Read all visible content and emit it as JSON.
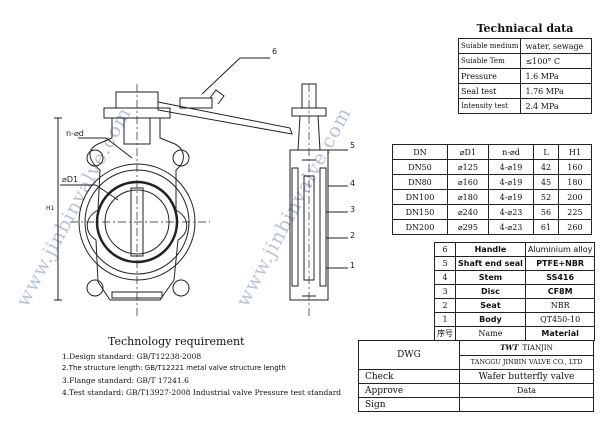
{
  "watermark": "www.jinbinvalve.com",
  "technical_data": {
    "title": "Techniacal data",
    "rows": [
      {
        "label": "Suiable medium",
        "value": "water, sewage"
      },
      {
        "label": "Suiable Tem",
        "value": "≤100° C"
      },
      {
        "label": "Pressure",
        "value": "1.6 MPa"
      },
      {
        "label": "Seal test",
        "value": "1.76 MPa"
      },
      {
        "label": "Intensity test",
        "value": "2.4 MPa"
      }
    ]
  },
  "dimension_table": {
    "headers": [
      "DN",
      "⌀D1",
      "n-⌀d",
      "L",
      "H1"
    ],
    "rows": [
      [
        "DN50",
        "⌀125",
        "4-⌀19",
        "42",
        "160"
      ],
      [
        "DN80",
        "⌀160",
        "4-⌀19",
        "45",
        "180"
      ],
      [
        "DN100",
        "⌀180",
        "4-⌀19",
        "52",
        "200"
      ],
      [
        "DN150",
        "⌀240",
        "4-⌀23",
        "56",
        "225"
      ],
      [
        "DN200",
        "⌀295",
        "4-⌀23",
        "61",
        "260"
      ]
    ]
  },
  "parts_table": {
    "rows": [
      [
        "6",
        "Handle",
        "Aluminium alloy"
      ],
      [
        "5",
        "Shaft end seal",
        "PTFE+NBR"
      ],
      [
        "4",
        "Stem",
        "SS416"
      ],
      [
        "3",
        "Disc",
        "CF8M"
      ],
      [
        "2",
        "Seat",
        "NBR"
      ],
      [
        "1",
        "Body",
        "QT450-10"
      ]
    ],
    "header": [
      "序号",
      "Name",
      "Material"
    ]
  },
  "title_block": {
    "company_logo": "TWT",
    "company_line1": "TIANJIN",
    "company_line2": "TANGGU JINBIN VALVE CO., LTD",
    "dwg": "DWG",
    "check": "Check",
    "approve": "Approve",
    "sign": "Sign",
    "product_name": "Wafer butterfly valve",
    "data": "Data"
  },
  "requirements": {
    "title": "Technology requirement",
    "items": [
      "1.Design standard: GB/T12238-2008",
      "2.The structure length: GB/T12221 metal valve structure length",
      "3.Flange standard:  GB/T 17241.6",
      "4.Test standard:  GB/T13927-2008 Industrial valve Pressure test standard"
    ]
  },
  "drawing_labels": {
    "n_d": "n-⌀d",
    "d1": "⌀D1",
    "h1": "H1",
    "part_callouts": [
      "6",
      "5",
      "4",
      "3",
      "2",
      "1"
    ]
  }
}
